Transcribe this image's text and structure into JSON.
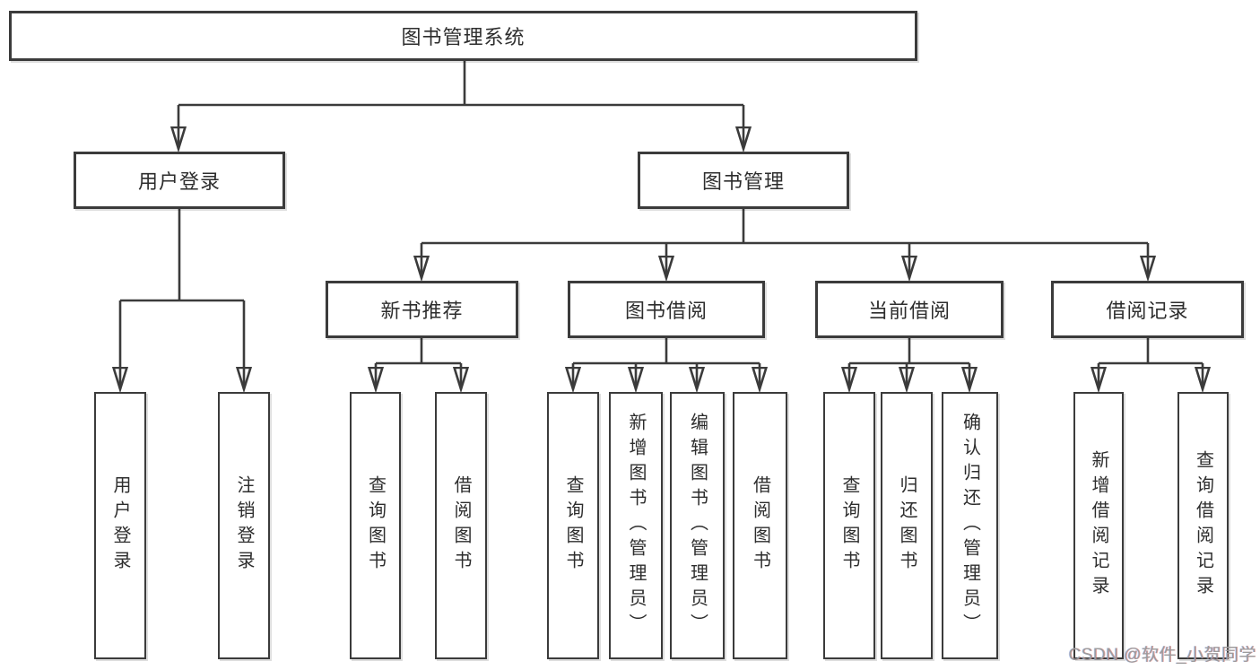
{
  "tree": {
    "root": "图书管理系统",
    "branches": [
      {
        "label": "用户登录",
        "children": [
          "用户登录",
          "注销登录"
        ]
      },
      {
        "label": "图书管理",
        "children": [
          {
            "label": "新书推荐",
            "children": [
              "查询图书",
              "借阅图书"
            ]
          },
          {
            "label": "图书借阅",
            "children": [
              "查询图书",
              "新增图书（管理员）",
              "编辑图书（管理员）",
              "借阅图书"
            ]
          },
          {
            "label": "当前借阅",
            "children": [
              "查询图书",
              "归还图书",
              "确认归还（管理员）"
            ]
          },
          {
            "label": "借阅记录",
            "children": [
              "新增借阅记录",
              "查询借阅记录"
            ]
          }
        ]
      }
    ]
  },
  "watermark": {
    "text": "CSDN @软件_小贺同学"
  },
  "colors": {
    "line": "#3b3b3b",
    "box_border": "#3b3b3b",
    "box_fill": "#ffffff",
    "text": "#2d2d2d",
    "watermark": "#9c9c9c",
    "background": "#ffffff"
  }
}
